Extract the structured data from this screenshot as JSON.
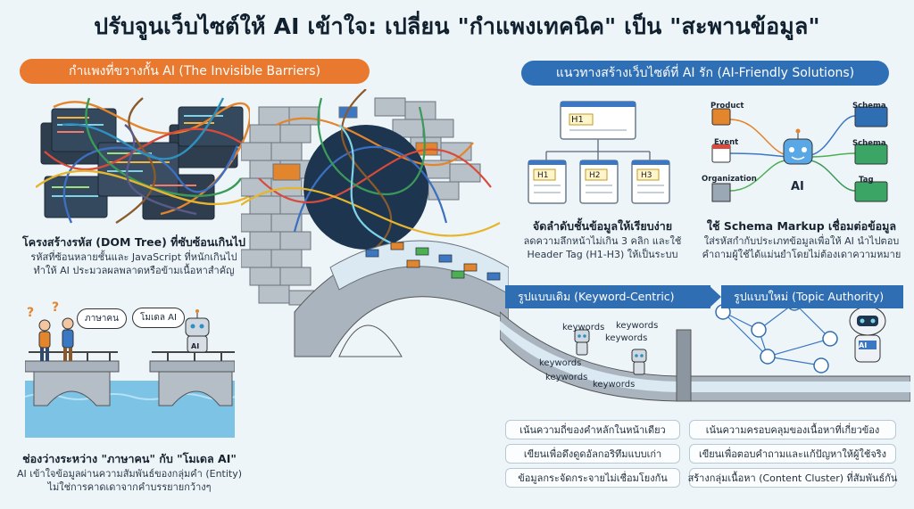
{
  "title": "ปรับจูนเว็บไซต์ให้ AI เข้าใจ: เปลี่ยน \"กำแพงเทคนิค\" เป็น \"สะพานข้อมูล\"",
  "left_header": "กำแพงที่ขวางกั้น AI (The Invisible Barriers)",
  "right_header": "แนวทางสร้างเว็บไซต์ที่ AI รัก (AI-Friendly Solutions)",
  "dom_section": {
    "title": "โครงสร้างรหัส (DOM Tree) ที่ซับซ้อนเกินไป",
    "line1": "รหัสที่ซ้อนหลายชั้นและ JavaScript ที่หนักเกินไป",
    "line2": "ทำให้ AI ประมวลผลพลาดหรือข้ามเนื้อหาสำคัญ"
  },
  "gap_section": {
    "bubble_human": "ภาษาคน",
    "bubble_ai": "โมเดล AI",
    "robot_label": "AI",
    "title": "ช่องว่างระหว่าง \"ภาษาคน\" กับ \"โมเดล AI\"",
    "line1": "AI เข้าใจข้อมูลผ่านความสัมพันธ์ของกลุ่มคำ (Entity)",
    "line2": "ไม่ใช่การคาดเดาจากคำบรรยายกว้างๆ"
  },
  "header_section": {
    "h1": "H1",
    "h_children": [
      "H1",
      "H2",
      "H3"
    ],
    "title": "จัดลำดับชั้นข้อมูลให้เรียบง่าย",
    "line1": "ลดความลึกหน้าไม่เกิน 3 คลิก และใช้",
    "line2": "Header Tag (H1-H3) ให้เป็นระบบ"
  },
  "schema_section": {
    "left_nodes": [
      "Product",
      "Event",
      "Organization"
    ],
    "right_nodes": [
      "Schema",
      "Schema",
      "Tag"
    ],
    "center_label": "AI",
    "title": "ใช้ Schema Markup เชื่อมต่อข้อมูล",
    "line1": "ใส่รหัสกำกับประเภทข้อมูลเพื่อให้ AI นำไปตอบ",
    "line2": "คำถามผู้ใช้ได้แม่นยำโดยไม่ต้องเดาความหมาย"
  },
  "banner_old": "รูปแบบเดิม (Keyword-Centric)",
  "banner_new": "รูปแบบใหม่ (Topic Authority)",
  "keywords": [
    "keywords",
    "keywords",
    "keywords",
    "keywords",
    "keywords"
  ],
  "old_list": [
    "เน้นความถี่ของคำหลักในหน้าเดียว",
    "เขียนเพื่อดึงดูดอัลกอริทึมแบบเก่า",
    "ข้อมูลกระจัดกระจายไม่เชื่อมโยงกัน"
  ],
  "new_list": [
    "เน้นความครอบคลุมของเนื้อหาที่เกี่ยวข้อง",
    "เขียนเพื่อตอบคำถามและแก้ปัญหาให้ผู้ใช้จริง",
    "สร้างกลุ่มเนื้อหา (Content Cluster) ที่สัมพันธ์กัน"
  ],
  "robot_badge": "AI",
  "colors": {
    "orange": "#e9792f",
    "blue": "#2e6fb6",
    "background": "#eef5f9"
  }
}
